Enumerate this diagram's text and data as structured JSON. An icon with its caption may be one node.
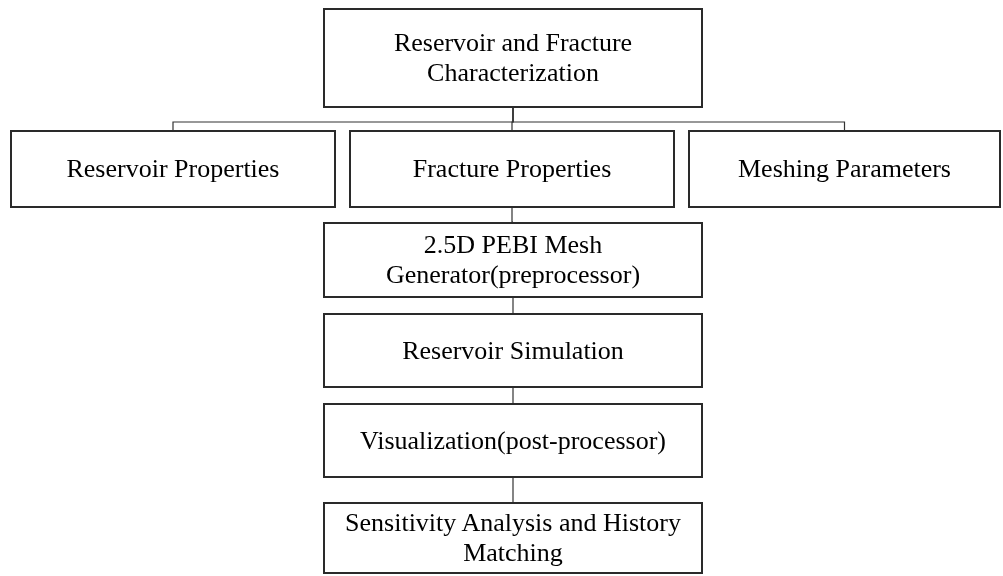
{
  "diagram": {
    "nodes": [
      {
        "text": [
          "Reservoir and Fracture Characterization"
        ]
      },
      {
        "text": [
          "Reservoir Properties"
        ]
      },
      {
        "text": [
          "Fracture Properties"
        ]
      },
      {
        "text": [
          "Meshing Parameters"
        ]
      },
      {
        "text": [
          "2.5D PEBI Mesh Generator(preprocessor)"
        ]
      },
      {
        "text": [
          "Reservoir Simulation"
        ]
      },
      {
        "text": [
          "Visualization(post-processor)"
        ]
      },
      {
        "text": [
          "Sensitivity Analysis and History Matching"
        ]
      }
    ],
    "edges": [
      {
        "from": 0,
        "to": 1,
        "arrow": "none"
      },
      {
        "from": 0,
        "to": 2,
        "arrow": "none"
      },
      {
        "from": 0,
        "to": 3,
        "arrow": "none"
      },
      {
        "from": 2,
        "to": 4,
        "arrow": "none"
      },
      {
        "from": 4,
        "to": 5,
        "arrow": "none"
      },
      {
        "from": 5,
        "to": 6,
        "arrow": "none"
      },
      {
        "from": 6,
        "to": 7,
        "arrow": "none"
      }
    ]
  }
}
